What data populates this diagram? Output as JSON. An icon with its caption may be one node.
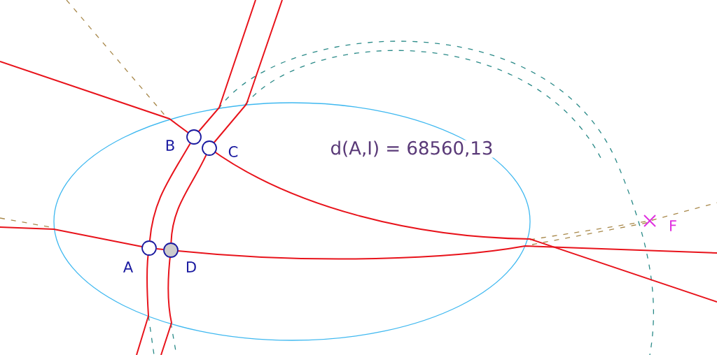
{
  "diagram": {
    "nodes": [
      {
        "text": [],
        "shape": "circle",
        "beside": [
          "B"
        ]
      },
      {
        "text": [],
        "shape": "circle",
        "beside": [
          "C"
        ]
      },
      {
        "text": [],
        "shape": "cross",
        "beside": [
          "F"
        ]
      },
      {
        "text": [],
        "shape": "circle",
        "beside": [
          "A"
        ]
      },
      {
        "text": [],
        "shape": "circle",
        "beside": [
          "D"
        ]
      }
    ],
    "edges": [
      {
        "from": 3,
        "to": 0,
        "arrow": "none"
      },
      {
        "from": 4,
        "to": 1,
        "arrow": "none"
      },
      {
        "from": 3,
        "to": 4,
        "arrow": "none"
      }
    ],
    "labels": [
      "d(A,I) = 68560,13"
    ]
  }
}
